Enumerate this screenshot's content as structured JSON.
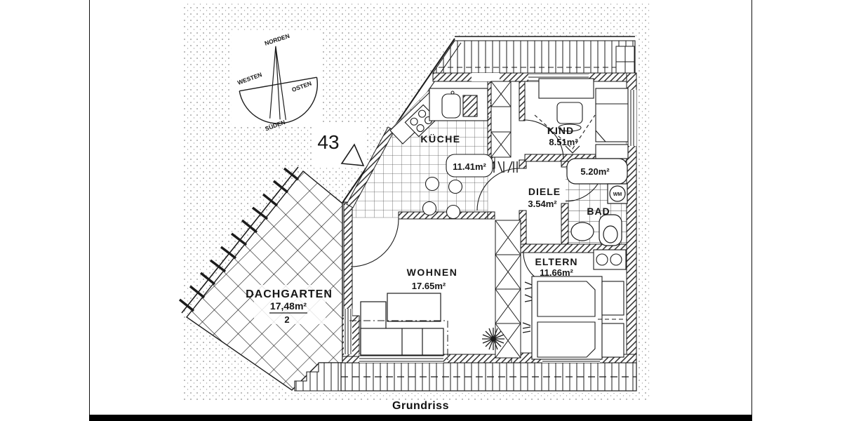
{
  "page": {
    "caption": "Grundriss"
  },
  "compass": {
    "north": "NORDEN",
    "east": "OSTEN",
    "south": "SÜDEN",
    "west": "WESTEN"
  },
  "plan": {
    "plot_number": "43",
    "rooms": [
      {
        "name": "KÜCHE",
        "area": "11.41m²"
      },
      {
        "name": "KIND",
        "area": "8.51m²"
      },
      {
        "name": "DIELE",
        "area": "3.54m²"
      },
      {
        "name": "BAD",
        "area": "5.20m²"
      },
      {
        "name": "WOHNEN",
        "area": "17.65m²"
      },
      {
        "name": "ELTERN",
        "area": "11.66m²"
      },
      {
        "name": "DACHGARTEN",
        "area": "17,48m²",
        "area_divisor": "2"
      }
    ],
    "labels": {
      "washing_machine": "WM"
    }
  },
  "colors": {
    "ink": "#1b1b1b",
    "paper": "#ffffff",
    "stipple_dot": "#8d8d8d"
  }
}
